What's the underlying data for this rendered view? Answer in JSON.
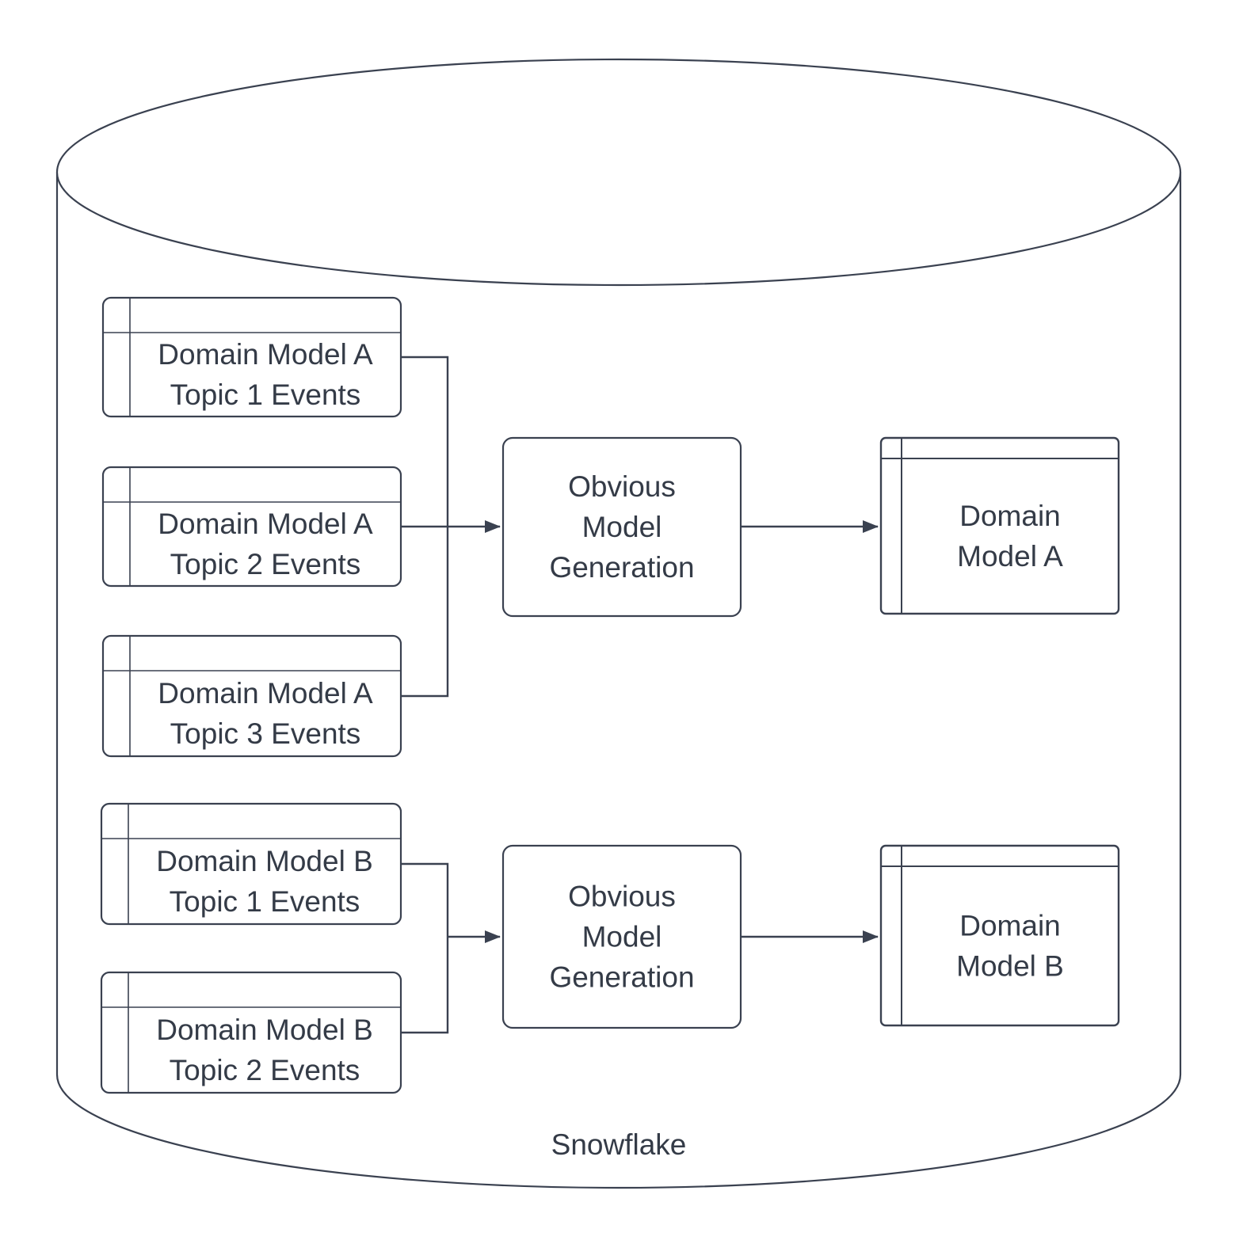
{
  "diagram": {
    "container_label": "Snowflake",
    "colors": {
      "stroke": "#3a4150",
      "text": "#343b47",
      "background": "#ffffff"
    },
    "nodes": [
      {
        "id": "topicA1",
        "type": "event-table",
        "label_lines": [
          "Domain Model A",
          "Topic 1 Events"
        ]
      },
      {
        "id": "topicA2",
        "type": "event-table",
        "label_lines": [
          "Domain Model A",
          "Topic 2 Events"
        ]
      },
      {
        "id": "topicA3",
        "type": "event-table",
        "label_lines": [
          "Domain Model A",
          "Topic 3 Events"
        ]
      },
      {
        "id": "topicB1",
        "type": "event-table",
        "label_lines": [
          "Domain Model B",
          "Topic 1 Events"
        ]
      },
      {
        "id": "topicB2",
        "type": "event-table",
        "label_lines": [
          "Domain Model B",
          "Topic 2 Events"
        ]
      },
      {
        "id": "genA",
        "type": "process",
        "label_lines": [
          "Obvious",
          "Model",
          "Generation"
        ]
      },
      {
        "id": "genB",
        "type": "process",
        "label_lines": [
          "Obvious",
          "Model",
          "Generation"
        ]
      },
      {
        "id": "modelA",
        "type": "model-table",
        "label_lines": [
          "Domain",
          "Model A"
        ]
      },
      {
        "id": "modelB",
        "type": "model-table",
        "label_lines": [
          "Domain",
          "Model B"
        ]
      }
    ],
    "edges": [
      {
        "from": "topicA1",
        "to": "genA"
      },
      {
        "from": "topicA2",
        "to": "genA"
      },
      {
        "from": "topicA3",
        "to": "genA"
      },
      {
        "from": "genA",
        "to": "modelA"
      },
      {
        "from": "topicB1",
        "to": "genB"
      },
      {
        "from": "topicB2",
        "to": "genB"
      },
      {
        "from": "genB",
        "to": "modelB"
      }
    ]
  }
}
